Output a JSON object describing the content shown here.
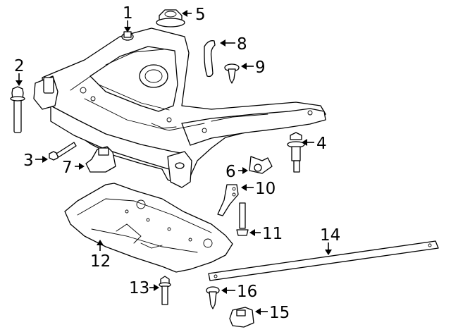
{
  "callouts": [
    {
      "id": "1",
      "label": "1",
      "part": "subframe-mount-stud"
    },
    {
      "id": "2",
      "label": "2",
      "part": "mounting-bolt-long"
    },
    {
      "id": "3",
      "label": "3",
      "part": "bolt"
    },
    {
      "id": "4",
      "label": "4",
      "part": "bolt-with-washer"
    },
    {
      "id": "5",
      "label": "5",
      "part": "flange-nut"
    },
    {
      "id": "6",
      "label": "6",
      "part": "bracket-clip"
    },
    {
      "id": "7",
      "label": "7",
      "part": "mount-bushing"
    },
    {
      "id": "8",
      "label": "8",
      "part": "bracket"
    },
    {
      "id": "9",
      "label": "9",
      "part": "push-rivet"
    },
    {
      "id": "10",
      "label": "10",
      "part": "bracket"
    },
    {
      "id": "11",
      "label": "11",
      "part": "bolt"
    },
    {
      "id": "12",
      "label": "12",
      "part": "splash-shield"
    },
    {
      "id": "13",
      "label": "13",
      "part": "bolt"
    },
    {
      "id": "14",
      "label": "14",
      "part": "reinforcement-bar"
    },
    {
      "id": "15",
      "label": "15",
      "part": "mount"
    },
    {
      "id": "16",
      "label": "16",
      "part": "screw"
    }
  ]
}
